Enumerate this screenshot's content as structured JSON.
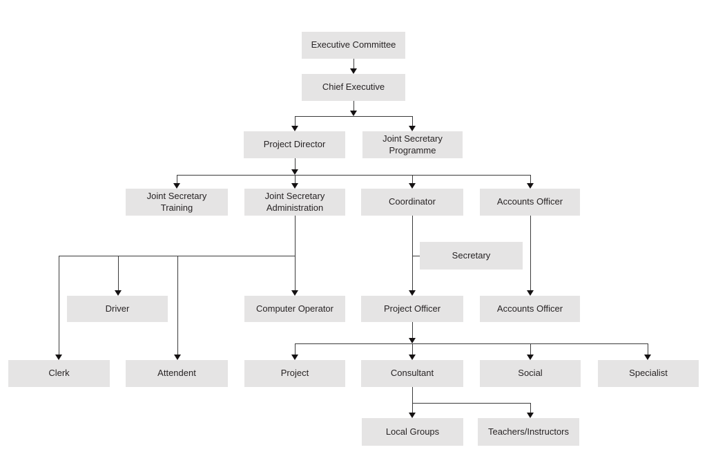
{
  "page": {
    "background_color": "#ffffff"
  },
  "org_chart": {
    "styles": {
      "box_fill": "#e5e4e4",
      "line_color": "#3a3a3a",
      "arrow_color": "#151213",
      "text_color": "#272324"
    },
    "nodes": {
      "executive_committee": {
        "label": "Executive Committee"
      },
      "chief_executive": {
        "label": "Chief Executive"
      },
      "project_director": {
        "label": "Project Director"
      },
      "joint_secretary_programme": {
        "label": "Joint Secretary Programme"
      },
      "joint_secretary_training": {
        "label": "Joint Secretary Training"
      },
      "joint_secretary_administration": {
        "label": "Joint Secretary Administration"
      },
      "coordinator": {
        "label": "Coordinator"
      },
      "accounts_officer_1": {
        "label": "Accounts Officer"
      },
      "secretary": {
        "label": "Secretary"
      },
      "driver": {
        "label": "Driver"
      },
      "computer_operator": {
        "label": "Computer Operator"
      },
      "project_officer": {
        "label": "Project Officer"
      },
      "accounts_officer_2": {
        "label": "Accounts Officer"
      },
      "clerk": {
        "label": "Clerk"
      },
      "attendent": {
        "label": "Attendent"
      },
      "project": {
        "label": "Project"
      },
      "consultant": {
        "label": "Consultant"
      },
      "social": {
        "label": "Social"
      },
      "specialist": {
        "label": "Specialist"
      },
      "local_groups": {
        "label": "Local Groups"
      },
      "teachers_instructors": {
        "label": "Teachers/Instructors"
      }
    },
    "edges": [
      {
        "from": "executive_committee",
        "to": "chief_executive"
      },
      {
        "from": "chief_executive",
        "to": "project_director"
      },
      {
        "from": "chief_executive",
        "to": "joint_secretary_programme"
      },
      {
        "from": "project_director",
        "to": "joint_secretary_training"
      },
      {
        "from": "project_director",
        "to": "joint_secretary_administration"
      },
      {
        "from": "project_director",
        "to": "coordinator"
      },
      {
        "from": "project_director",
        "to": "accounts_officer_1"
      },
      {
        "from": "joint_secretary_administration",
        "to": "clerk"
      },
      {
        "from": "joint_secretary_administration",
        "to": "driver"
      },
      {
        "from": "joint_secretary_administration",
        "to": "attendent"
      },
      {
        "from": "joint_secretary_administration",
        "to": "computer_operator"
      },
      {
        "from": "coordinator",
        "to": "secretary"
      },
      {
        "from": "coordinator",
        "to": "project_officer"
      },
      {
        "from": "accounts_officer_1",
        "to": "accounts_officer_2"
      },
      {
        "from": "project_officer",
        "to": "project"
      },
      {
        "from": "project_officer",
        "to": "consultant"
      },
      {
        "from": "project_officer",
        "to": "social"
      },
      {
        "from": "project_officer",
        "to": "specialist"
      },
      {
        "from": "consultant",
        "to": "local_groups"
      },
      {
        "from": "consultant",
        "to": "teachers_instructors"
      }
    ]
  }
}
